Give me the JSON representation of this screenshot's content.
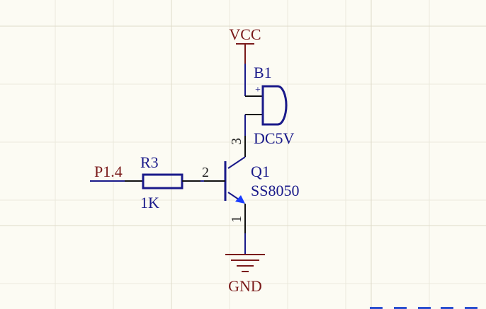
{
  "colors": {
    "background": "#fcfbf3",
    "grid": "#ebe9dc",
    "wire": "#1a1a8a",
    "power": "#7a1a1a",
    "pin_stub": "#111111",
    "emitter_arrow": "#1a3cff"
  },
  "nets": {
    "vcc": "VCC",
    "gnd": "GND",
    "input": "P1.4"
  },
  "resistor": {
    "designator": "R3",
    "value": "1K"
  },
  "buzzer": {
    "designator": "B1",
    "value": "DC5V",
    "polarity_mark": "+"
  },
  "transistor": {
    "designator": "Q1",
    "part": "SS8050",
    "pin_base": "2",
    "pin_collector": "3",
    "pin_emitter": "1"
  }
}
